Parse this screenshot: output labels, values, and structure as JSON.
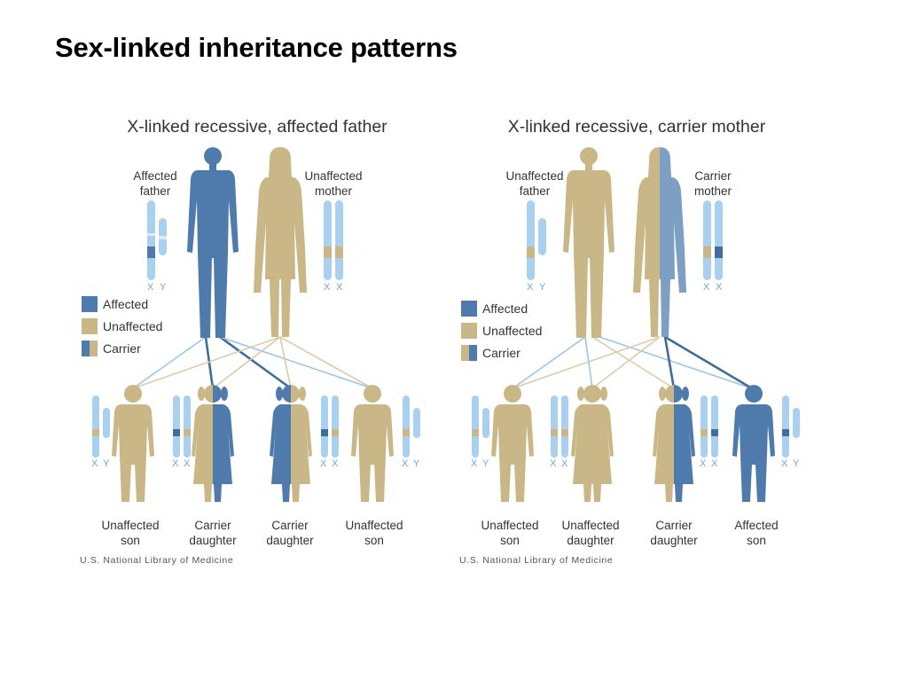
{
  "slide": {
    "title": "Sex-linked inheritance patterns"
  },
  "colors": {
    "affected": "#4e7bab",
    "unaffected": "#c9b787",
    "chromosome": "#a9d0ee",
    "line_light": "#9cc6e6",
    "line_dark": "#3f6d9c"
  },
  "panels": [
    {
      "title": "X-linked recessive, affected father",
      "father_label": [
        "Affected",
        "father"
      ],
      "mother_label": [
        "Unaffected",
        "mother"
      ],
      "father_chrom": "X Y",
      "mother_chrom": "X X",
      "legend": [
        "Affected",
        "Unaffected",
        "Carrier"
      ],
      "children": [
        {
          "label": [
            "Unaffected",
            "son"
          ],
          "chrom": "X Y"
        },
        {
          "label": [
            "Carrier",
            "daughter"
          ],
          "chrom": "X X"
        },
        {
          "label": [
            "Carrier",
            "daughter"
          ],
          "chrom": "X X"
        },
        {
          "label": [
            "Unaffected",
            "son"
          ],
          "chrom": "X Y"
        }
      ],
      "credit": "U.S. National Library of Medicine"
    },
    {
      "title": "X-linked recessive, carrier mother",
      "father_label": [
        "Unaffected",
        "father"
      ],
      "mother_label": [
        "Carrier",
        "mother"
      ],
      "father_chrom": "X Y",
      "mother_chrom": "X X",
      "legend": [
        "Affected",
        "Unaffected",
        "Carrier"
      ],
      "children": [
        {
          "label": [
            "Unaffected",
            "son"
          ],
          "chrom": "X Y"
        },
        {
          "label": [
            "Unaffected",
            "daughter"
          ],
          "chrom": "X X"
        },
        {
          "label": [
            "Carrier",
            "daughter"
          ],
          "chrom": "X X"
        },
        {
          "label": [
            "Affected",
            "son"
          ],
          "chrom": "X Y"
        }
      ],
      "credit": "U.S. National Library of Medicine"
    }
  ]
}
